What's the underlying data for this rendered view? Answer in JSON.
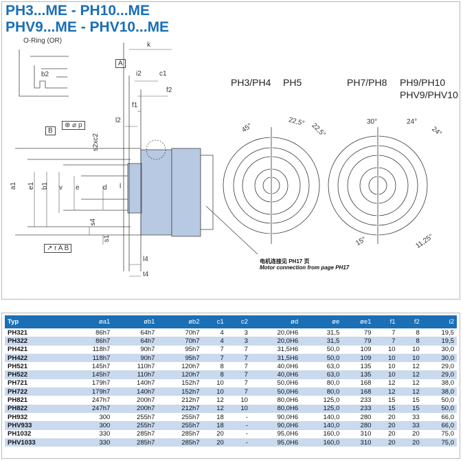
{
  "titles": {
    "line1": "PH3...ME - PH10...ME",
    "line2": "PHV9...ME - PHV10...ME"
  },
  "labels": {
    "oring": "O-Ring (OR)",
    "b2": "b2",
    "k": "k",
    "A": "A",
    "i2": "i2",
    "c1": "c1",
    "f2": "f2",
    "f1": "f1",
    "l2": "l2",
    "B": "B",
    "position_tol": "⊕ ⌀ p",
    "s2xc2": "s2xc2",
    "a1": "a1",
    "e1": "e1",
    "b1": "b1",
    "v": "v",
    "e": "e",
    "d": "d",
    "l": "l",
    "s4": "s4",
    "s1": "s1",
    "runout": "↗ r A B",
    "l4": "l4",
    "t4": "t4",
    "ph34": "PH3/PH4",
    "ph5": "PH5",
    "ph78": "PH7/PH8",
    "ph910": "PH9/PH10",
    "phv910": "PHV9/PHV10",
    "ang45": "45°",
    "ang22a": "22,5°",
    "ang22b": "22,5°",
    "ang30": "30°",
    "ang24a": "24°",
    "ang24b": "24°",
    "ang15": "15°",
    "ang1125": "11,25°",
    "motor_cn": "电机连接见 PH17 页",
    "motor_en": "Motor connection from page PH17"
  },
  "table": {
    "headers": [
      "Typ",
      "øa1",
      "øb1",
      "øb2",
      "c1",
      "c2",
      "ød",
      "øe",
      "øe1",
      "f1",
      "f2",
      "i2"
    ],
    "rows": [
      [
        "PH321",
        "86h7",
        "64h7",
        "70h7",
        "4",
        "3",
        "20,0H6",
        "31,5",
        "79",
        "7",
        "8",
        "19,5"
      ],
      [
        "PH322",
        "86h7",
        "64h7",
        "70h7",
        "4",
        "3",
        "20,0H6",
        "31,5",
        "79",
        "7",
        "8",
        "19,5"
      ],
      [
        "PH421",
        "118h7",
        "90h7",
        "95h7",
        "7",
        "7",
        "31,5H6",
        "50,0",
        "109",
        "10",
        "10",
        "30,0"
      ],
      [
        "PH422",
        "118h7",
        "90h7",
        "95h7",
        "7",
        "7",
        "31,5H6",
        "50,0",
        "109",
        "10",
        "10",
        "30,0"
      ],
      [
        "PH521",
        "145h7",
        "110h7",
        "120h7",
        "8",
        "7",
        "40,0H6",
        "63,0",
        "135",
        "10",
        "12",
        "29,0"
      ],
      [
        "PH522",
        "145h7",
        "110h7",
        "120h7",
        "8",
        "7",
        "40,0H6",
        "63,0",
        "135",
        "10",
        "12",
        "29,0"
      ],
      [
        "PH721",
        "179h7",
        "140h7",
        "152h7",
        "10",
        "7",
        "50,0H6",
        "80,0",
        "168",
        "12",
        "12",
        "38,0"
      ],
      [
        "PH722",
        "179h7",
        "140h7",
        "152h7",
        "10",
        "7",
        "50,0H6",
        "80,0",
        "168",
        "12",
        "12",
        "38,0"
      ],
      [
        "PH821",
        "247h7",
        "200h7",
        "212h7",
        "12",
        "10",
        "80,0H6",
        "125,0",
        "233",
        "15",
        "15",
        "50,0"
      ],
      [
        "PH822",
        "247h7",
        "200h7",
        "212h7",
        "12",
        "10",
        "80,0H6",
        "125,0",
        "233",
        "15",
        "15",
        "50,0"
      ],
      [
        "PH932",
        "300",
        "255h7",
        "255h7",
        "18",
        "-",
        "90,0H6",
        "140,0",
        "280",
        "20",
        "33",
        "66,0"
      ],
      [
        "PHV933",
        "300",
        "255h7",
        "255h7",
        "18",
        "-",
        "90,0H6",
        "140,0",
        "280",
        "20",
        "33",
        "66,0"
      ],
      [
        "PH1032",
        "330",
        "285h7",
        "285h7",
        "20",
        "-",
        "95,0H6",
        "160,0",
        "310",
        "20",
        "20",
        "75,0"
      ],
      [
        "PHV1033",
        "330",
        "285h7",
        "285h7",
        "20",
        "-",
        "95,0H6",
        "160,0",
        "310",
        "20",
        "20",
        "75,0"
      ]
    ]
  }
}
